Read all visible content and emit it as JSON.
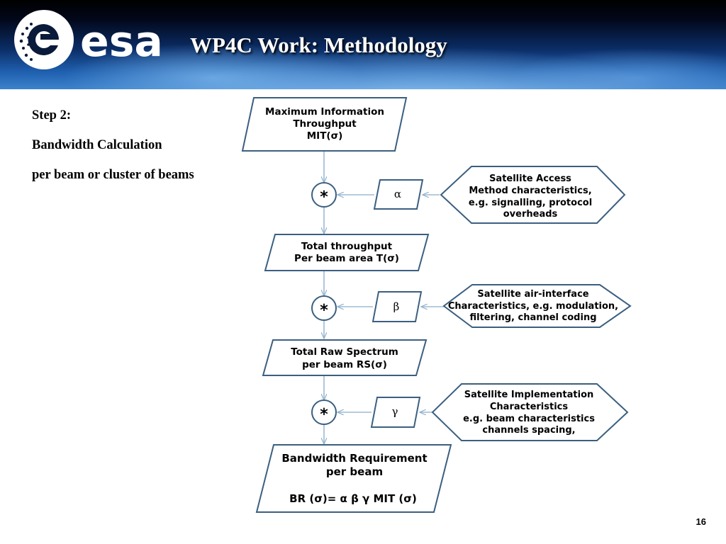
{
  "slide": {
    "title": "WP4C Work: Methodology",
    "page_number": "16"
  },
  "logo": {
    "text": "esa"
  },
  "step": {
    "line1": "Step 2:",
    "line2": "Bandwidth Calculation",
    "line3": "per beam or cluster of beams"
  },
  "flow": {
    "mit": {
      "line1": "Maximum Information",
      "line2": "Throughput",
      "line3": "MIT(σ)"
    },
    "op1": "*",
    "alpha": "α",
    "access": {
      "line1": "Satellite Access",
      "line2": "Method characteristics,",
      "line3": "e.g. signalling, protocol",
      "line4": "overheads"
    },
    "total": {
      "line1": "Total throughput",
      "line2": "Per beam area T(σ)"
    },
    "op2": "*",
    "beta": "β",
    "air": {
      "line1": "Satellite air-interface",
      "line2": "Characteristics, e.g. modulation,",
      "line3": "filtering,  channel coding"
    },
    "raw": {
      "line1": "Total Raw Spectrum",
      "line2": "per beam RS(σ)"
    },
    "op3": "*",
    "gamma": "γ",
    "impl": {
      "line1": "Satellite Implementation",
      "line2": "Characteristics",
      "line3": "e.g. beam characteristics",
      "line4": "channels spacing,"
    },
    "br": {
      "line1": "Bandwidth Requirement",
      "line2": "per beam",
      "formula": "BR (σ)= α β γ  MIT (σ)"
    }
  }
}
